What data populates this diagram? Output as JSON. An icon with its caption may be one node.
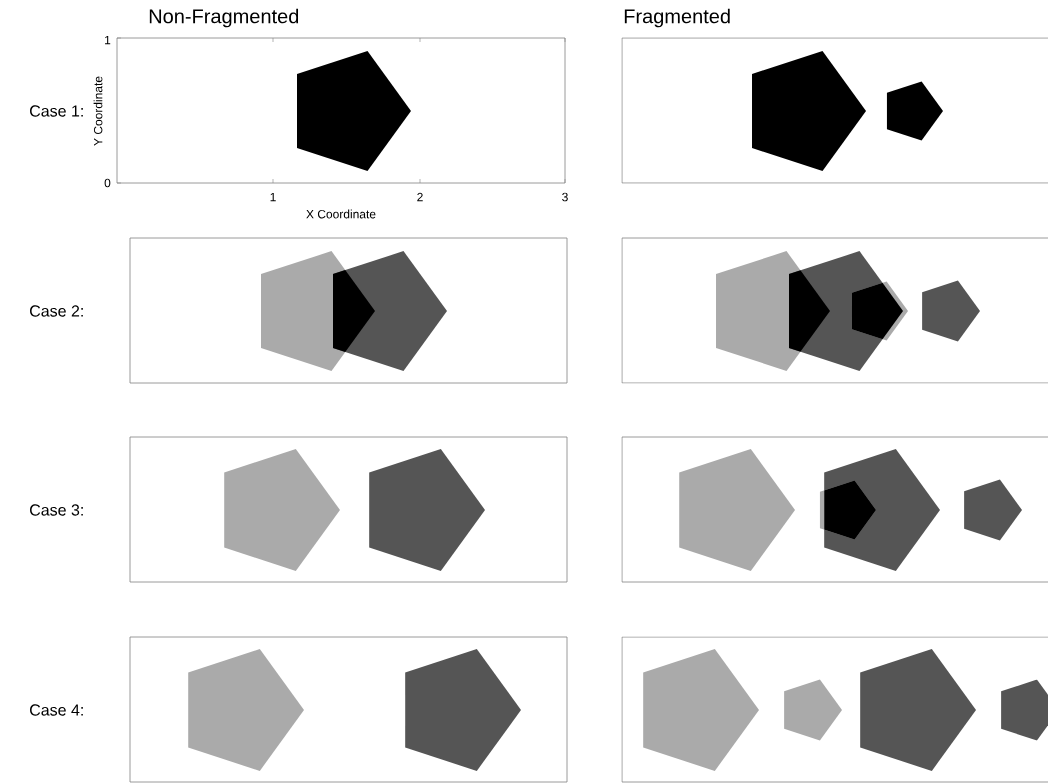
{
  "diagram": {
    "labels": [
      "Non-Fragmented",
      "Fragmented",
      "1",
      "Case 1:",
      "Y Coordinate",
      "0",
      "1",
      "2",
      "3",
      "X Coordinate",
      "Case 2:",
      "Case 3:",
      "Case 4:"
    ]
  }
}
